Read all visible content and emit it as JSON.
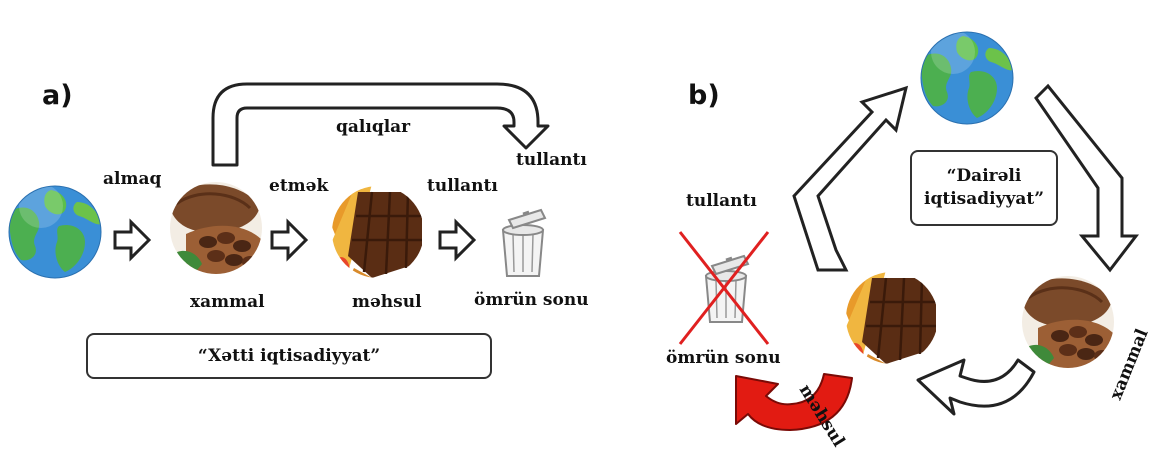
{
  "panel_a": {
    "letter": "a)",
    "labels": {
      "take": "almaq",
      "make": "etmək",
      "waste_top": "tullantı",
      "residues": "qalıqlar",
      "waste_arrow": "tullantı",
      "raw_material": "xammal",
      "product": "məhsul",
      "end_of_life": "ömrün sonu"
    },
    "caption": "“Xətti iqtisadiyyat”"
  },
  "panel_b": {
    "letter": "b)",
    "caption_line1": "“Dairəli",
    "caption_line2": "iqtisadiyyat”",
    "labels": {
      "waste": "tullantı",
      "end_of_life": "ömrün sonu",
      "product": "məhsul",
      "raw_material": "xammal"
    }
  },
  "icons": {
    "globe": "globe-icon",
    "cocoa": "cocoa-pod-icon",
    "chocolate": "chocolate-bar-icon",
    "bin": "trash-bin-icon"
  },
  "colors": {
    "ocean": "#3a8fd6",
    "land": "#4caf50",
    "chocolate": "#5a2d14",
    "cocoa": "#7b4a2a",
    "cross": "#e02020",
    "red_arrow": "#e21b12"
  }
}
